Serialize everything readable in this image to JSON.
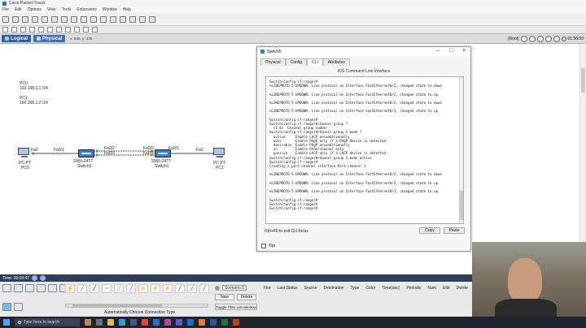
{
  "app": {
    "title": "Cisco Packet Tracer"
  },
  "menu": [
    "File",
    "Edit",
    "Options",
    "View",
    "Tools",
    "Extensions",
    "Window",
    "Help"
  ],
  "modes": {
    "logical": "Logical",
    "physical": "Physical",
    "coords": "x: 846, y: 436"
  },
  "right_bar": {
    "root": "[Root]",
    "clock": "01:56:00"
  },
  "network": {
    "pc0_ip_label": "PC0",
    "pc0_ip": "192.168.1.1 /24",
    "pc1_ip_label": "PC1",
    "pc1_ip": "192.168.1.2 /24",
    "pc0": {
      "model": "PC-PT",
      "name": "PC0",
      "port": "Fa0"
    },
    "pc1": {
      "model": "PC-PT",
      "name": "PC1",
      "port": "Fa0"
    },
    "switch0": {
      "model": "2960-24TT",
      "name": "Switch0",
      "port_pc": "Fa0/1",
      "port_a": "Fa0/2",
      "port_b": "Fa0/3"
    },
    "switch1": {
      "model": "2960-24TT",
      "name": "Switch1",
      "port_a": "Fa0/2",
      "port_b": "Fa0/3",
      "port_pc": "Fa0/1"
    }
  },
  "switch_window": {
    "title": "Switch0",
    "tabs": [
      "Physical",
      "Config",
      "CLI",
      "Attributes"
    ],
    "active_tab": "CLI",
    "section_title": "IOS Command Line Interface",
    "cli_lines": [
      "Switch(config-if-range)#",
      "%LINEPROTO-5-UPDOWN: Line protocol on Interface FastEthernet0/2, changed state to down",
      "",
      "%LINEPROTO-5-UPDOWN: Line protocol on Interface FastEthernet0/2, changed state to up",
      "",
      "%LINEPROTO-5-UPDOWN: Line protocol on Interface FastEthernet0/3, changed state to down",
      "",
      "%LINEPROTO-5-UPDOWN: Line protocol on Interface FastEthernet0/3, changed state to up",
      "",
      "Switch(config-if-range)#",
      "Switch(config-if-range)#channel-group ?",
      "  <1-6>  Channel group number",
      "Switch(config-if-range)#channel-group 1 mode ?",
      "  active     Enable LACP unconditionally",
      "  auto       Enable PAgP only if a PAgP device is detected",
      "  desirable  Enable PAgP unconditionally",
      "  on         Enable Etherchannel only",
      "  passive    Enable LACP only if a LACP device is detected",
      "Switch(config-if-range)#channel-group 1 mode active",
      "Switch(config-if-range)#",
      "Creating a port-channel interface Port-channel 1",
      "",
      "%LINEPROTO-5-UPDOWN: Line protocol on Interface FastEthernet0/2, changed state to down",
      "",
      "%LINEPROTO-5-UPDOWN: Line protocol on Interface FastEthernet0/2, changed state to up",
      "",
      "%LINEPROTO-5-UPDOWN: Line protocol on Interface FastEthernet0/3, changed state to up",
      "",
      "Switch(config-if-range)#",
      "Switch(config-if-range)#",
      "Switch(config-if-range)#"
    ],
    "hint": "Ctrl+F6 to exit CLI focus",
    "copy_label": "Copy",
    "paste_label": "Paste",
    "top_label": "Top"
  },
  "bottom": {
    "time": "Time: 00:03:47",
    "connection_type": "Automatically Choose Connection Type",
    "scenario": "Scenario 0",
    "new_label": "New",
    "delete_label": "Delete",
    "toggle_pdu": "Toggle PDU List Window",
    "pdu_columns": [
      "Fire",
      "Last Status",
      "Source",
      "Destination",
      "Type",
      "Color",
      "Time(sec)",
      "Periodic",
      "Num",
      "Edit",
      "Delete"
    ]
  },
  "taskbar": {
    "search_placeholder": "Type here to search"
  },
  "colors": {
    "logical_tab": "#2a5ea8",
    "physical_tab": "#3d6fb3",
    "cable_black": "#111111",
    "link_green": "#1aa31a",
    "link_orange": "#e07a00"
  }
}
